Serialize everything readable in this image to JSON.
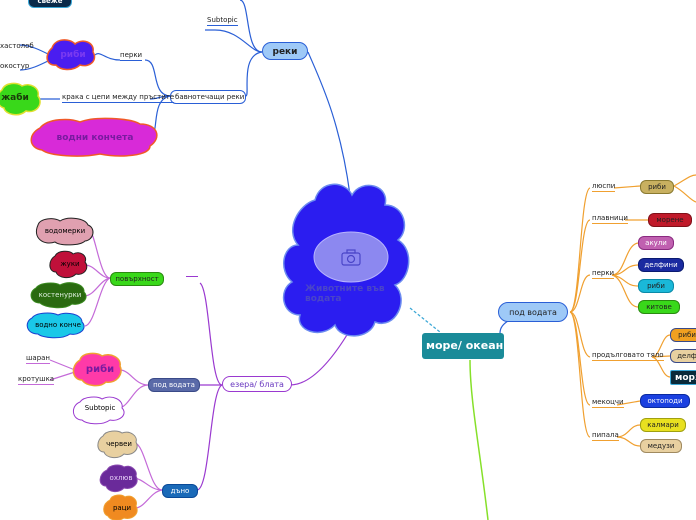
{
  "central": {
    "title": "Животните във водата",
    "image_icon": "camera-icon"
  },
  "left_top": {
    "top_badge": "свеже",
    "subtopic": "Subtopic",
    "rivers": "реки",
    "slow_rivers": "бавнотечащи реки",
    "fins": "перки",
    "fish": "риби",
    "fin_item_1": "хастолоб",
    "fin_item_2": "окостур",
    "toes": "крака с цепи между пръстите",
    "frogs": "жаби",
    "seahorses": "водни кончета"
  },
  "left_bottom": {
    "lakes": "езера/ блата",
    "surface": "повърхност",
    "water_strider": "водомерки",
    "beetles": "жуки",
    "backswimmer": "костенурки",
    "dragonflies": "водно конче",
    "underwater": "под водата",
    "fish": "риби",
    "carp": "шаран",
    "crucian": "кротушка",
    "subtopic": "Subtopic",
    "bottom": "дъно",
    "worms": "червеи",
    "snails": "охлюв",
    "crabs": "раци"
  },
  "right": {
    "sea": "море/ океан",
    "underwater": "под водата",
    "scales": "люспи",
    "scales_fish": "риби",
    "swimfins": "плавници",
    "turtles": "морене",
    "fins": "перки",
    "sharks": "акули",
    "dolphins": "делфини",
    "fins_fish": "риби",
    "whales": "китове",
    "elongated": "продълговато тяло",
    "el_1": "риби",
    "el_2": "делф",
    "walrus": "морж",
    "tentacles": "пипала",
    "tent_1": "калмари",
    "tent_2": "медузи",
    "tentacles_parent": "пипала",
    "octopus": "октоподи",
    "shell": "мекоцчи"
  },
  "colors": {
    "central_cloud": "#2b1df0",
    "sea_fill": "#1a8b99",
    "rivers_fill": "#9ec9f7",
    "sea_under_fill": "#9ec9f7"
  }
}
